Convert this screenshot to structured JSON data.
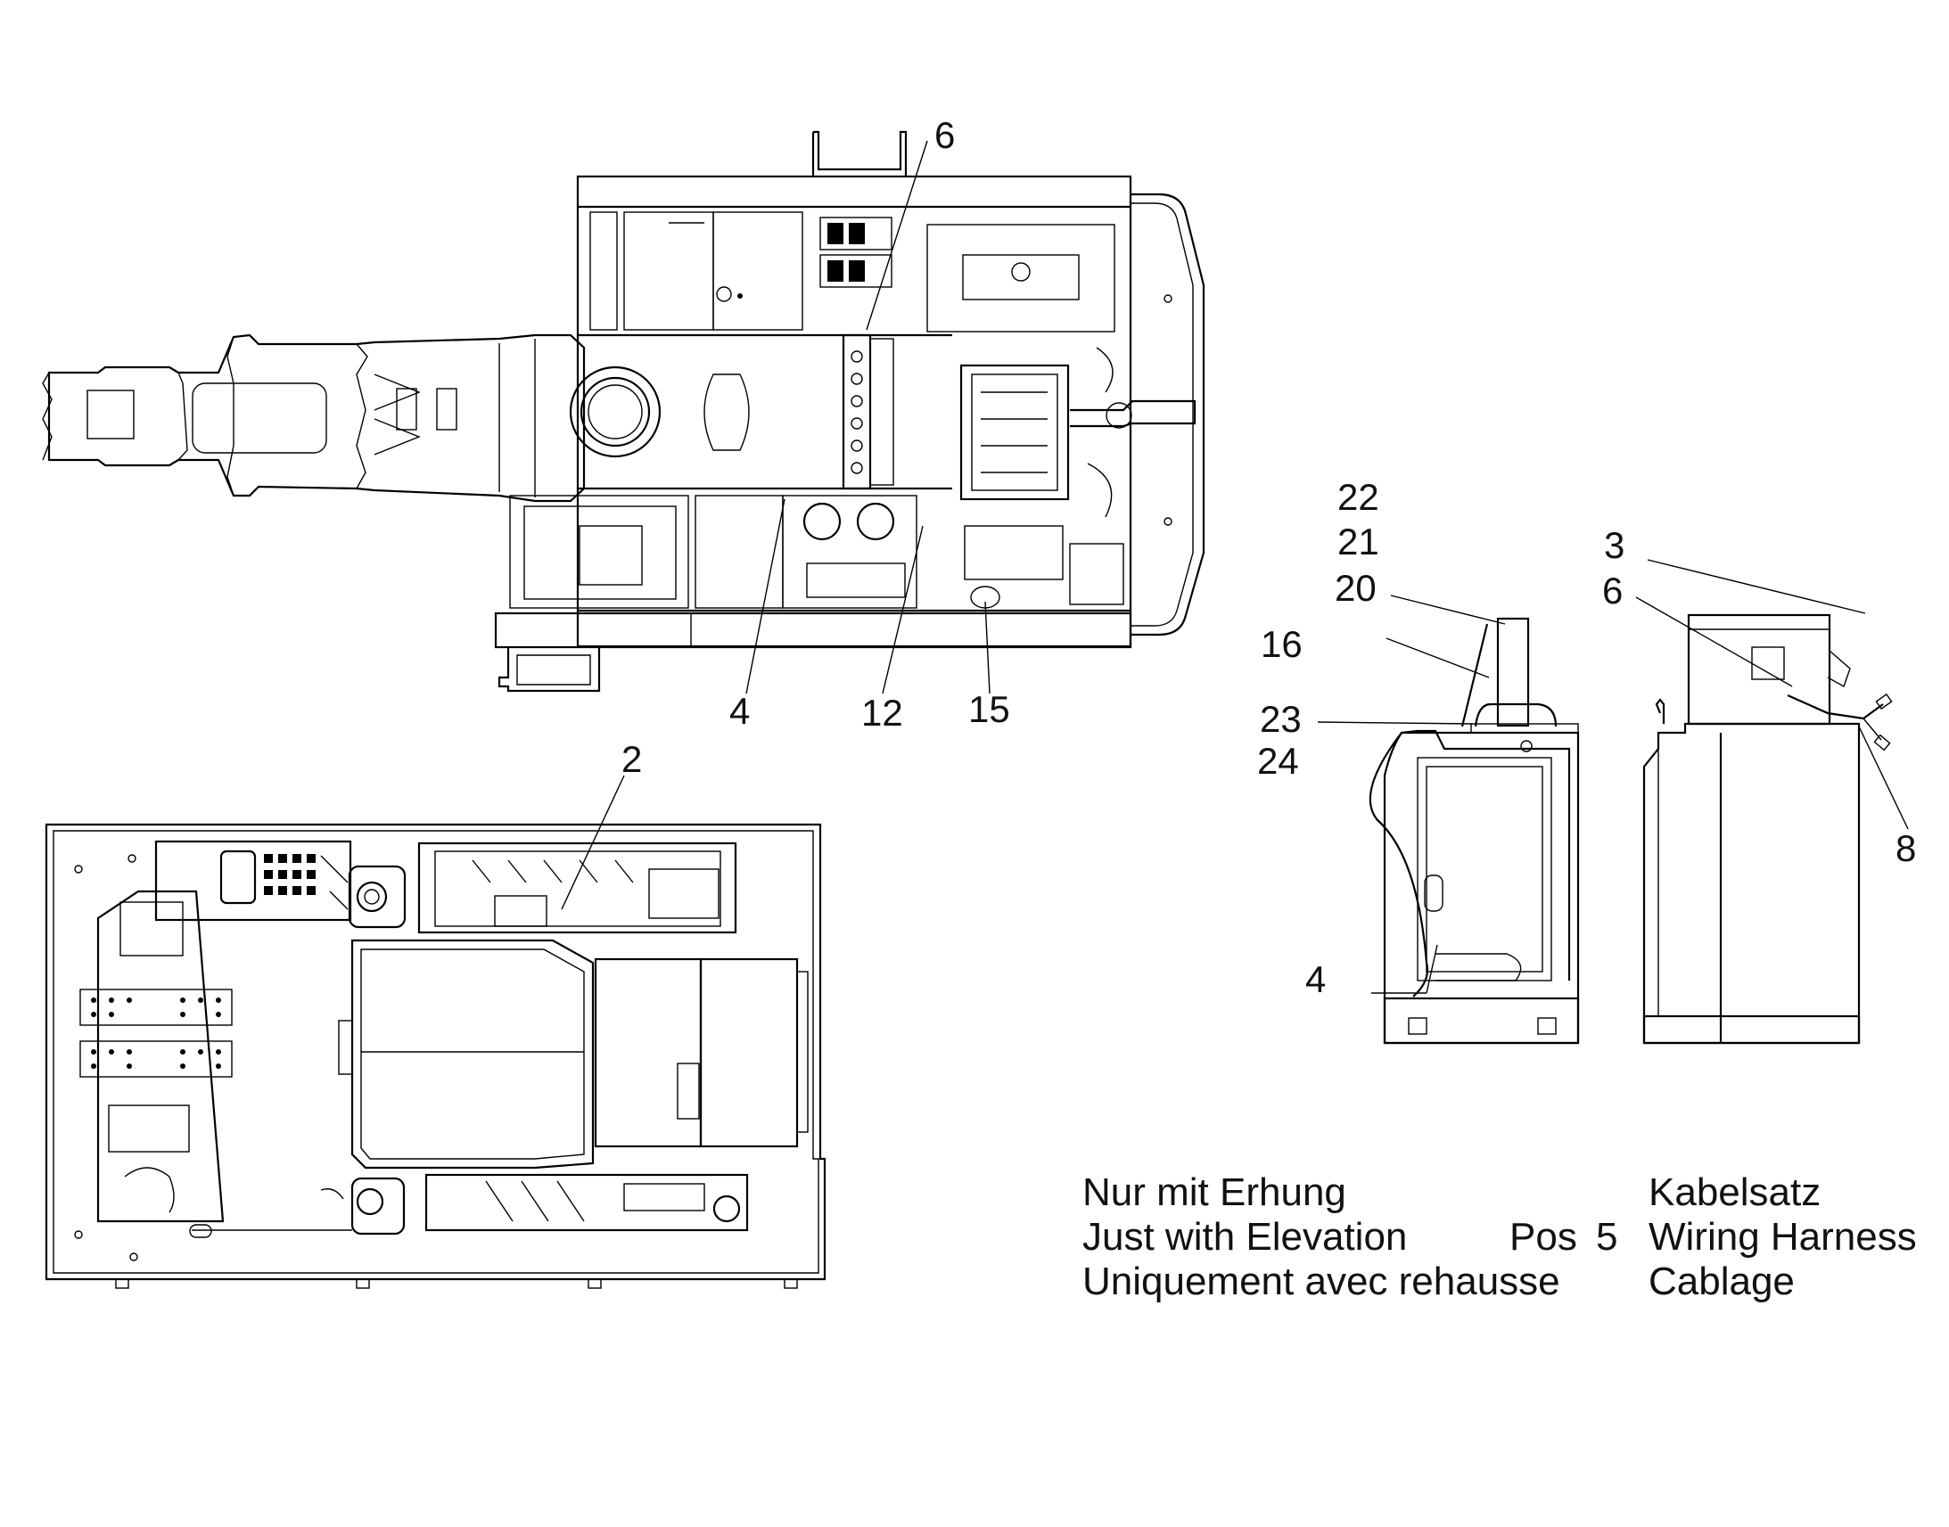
{
  "callouts": {
    "machine_top": [
      "6",
      "4",
      "12",
      "15"
    ],
    "cab_floor": [
      "2"
    ],
    "cab_side_left": [
      "22",
      "21",
      "20",
      "16",
      "23",
      "24",
      "4"
    ],
    "cab_side_right": [
      "3",
      "6",
      "8"
    ]
  },
  "legend": {
    "elevation_lines": [
      "Nur mit Erhung",
      "Just with Elevation",
      "Uniquement avec rehausse"
    ],
    "position_label": "Pos",
    "position_number": "5",
    "harness_lines": [
      "Kabelsatz",
      "Wiring Harness",
      "Cablage"
    ]
  }
}
